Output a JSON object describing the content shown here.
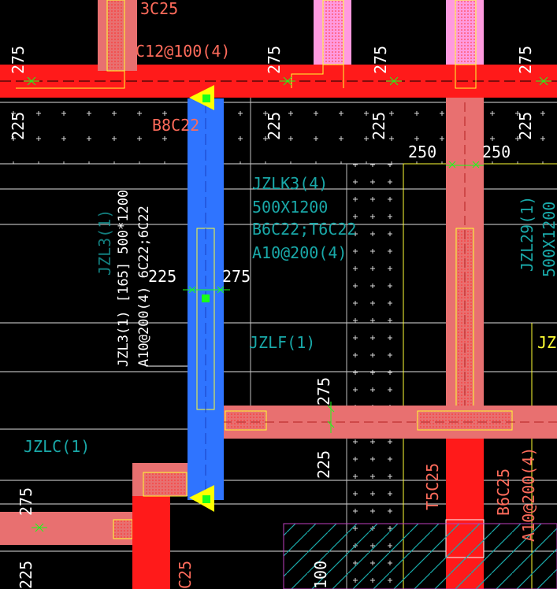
{
  "canvas": {
    "background": "#000000",
    "colors": {
      "beam_red": "#ff1a1a",
      "beam_pink": "#e87070",
      "selected_beam": "#2f74ff",
      "guide_line": "#e8e8e8",
      "hatch_fill": "#ff8a8a",
      "marker_yellow": "#ffff00",
      "marker_green": "#19ff19",
      "annot_red": "#ff6b5b",
      "annot_cyan": "#19a8a8",
      "yellow_outline": "#ffff33"
    },
    "icons": [
      "grip-triangle-icon",
      "grip-square-icon"
    ]
  },
  "annotations": {
    "top_c25": "3C25",
    "c12": "C12@100(4)",
    "d275_a": "275",
    "d275_b": "275",
    "d275_c": "275",
    "d275_d": "275",
    "d225_left": "225",
    "b8c22": "B8C22",
    "d225_mid": "225",
    "d225_right2": "225",
    "d225_far_right": "225",
    "d250_a": "250",
    "d250_b": "250",
    "jzlk3_name": "JZLK3(4)",
    "jzlk3_size": "500X1200",
    "jzlk3_bars": "B6C22;T6C22",
    "jzlk3_stirrup": "A10@200(4)",
    "jzl29_name": "JZL29(1)",
    "jzl29_size": "500X1200",
    "jzl3_ghost": "JZL3(1)",
    "jzl3_label": "JZL3(1) [165] 500*1200",
    "jzl3_rebar": "A10@200(4) 6C22;6C22",
    "d225_beam": "225",
    "d275_beam": "275",
    "jzlf1": "JZLF(1)",
    "jz_partial": "JZ",
    "d275_lower": "275",
    "jzlc1": "JZLC(1)",
    "d225_lower": "225",
    "t5c25": "T5C25",
    "b6c25": "B6C25",
    "a10_lower": "A10@200(4)",
    "d275_left_lower": "275",
    "d225_bottom_left": "225",
    "c25_bottom": "C25",
    "d100": "100"
  }
}
